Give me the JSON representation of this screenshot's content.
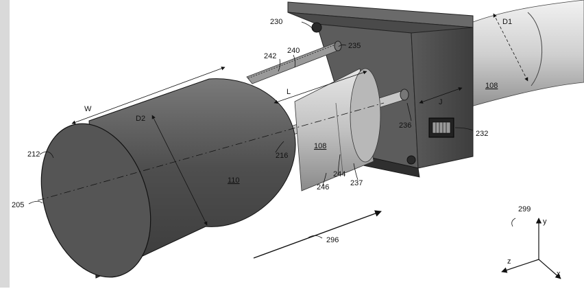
{
  "figure": {
    "labels": {
      "l230": "230",
      "l235": "235",
      "l240": "240",
      "l242": "242",
      "lD1": "D1",
      "l108a": "108",
      "lL": "L",
      "lW": "W",
      "lD2": "D2",
      "lJ": "J",
      "l236": "236",
      "l232": "232",
      "l212": "212",
      "l216": "216",
      "l108b": "108",
      "l110": "110",
      "l244": "244",
      "l237": "237",
      "l246": "246",
      "l205": "205",
      "l296": "296",
      "l299": "299",
      "ly": "y",
      "lz": "z",
      "lx": "x"
    }
  }
}
